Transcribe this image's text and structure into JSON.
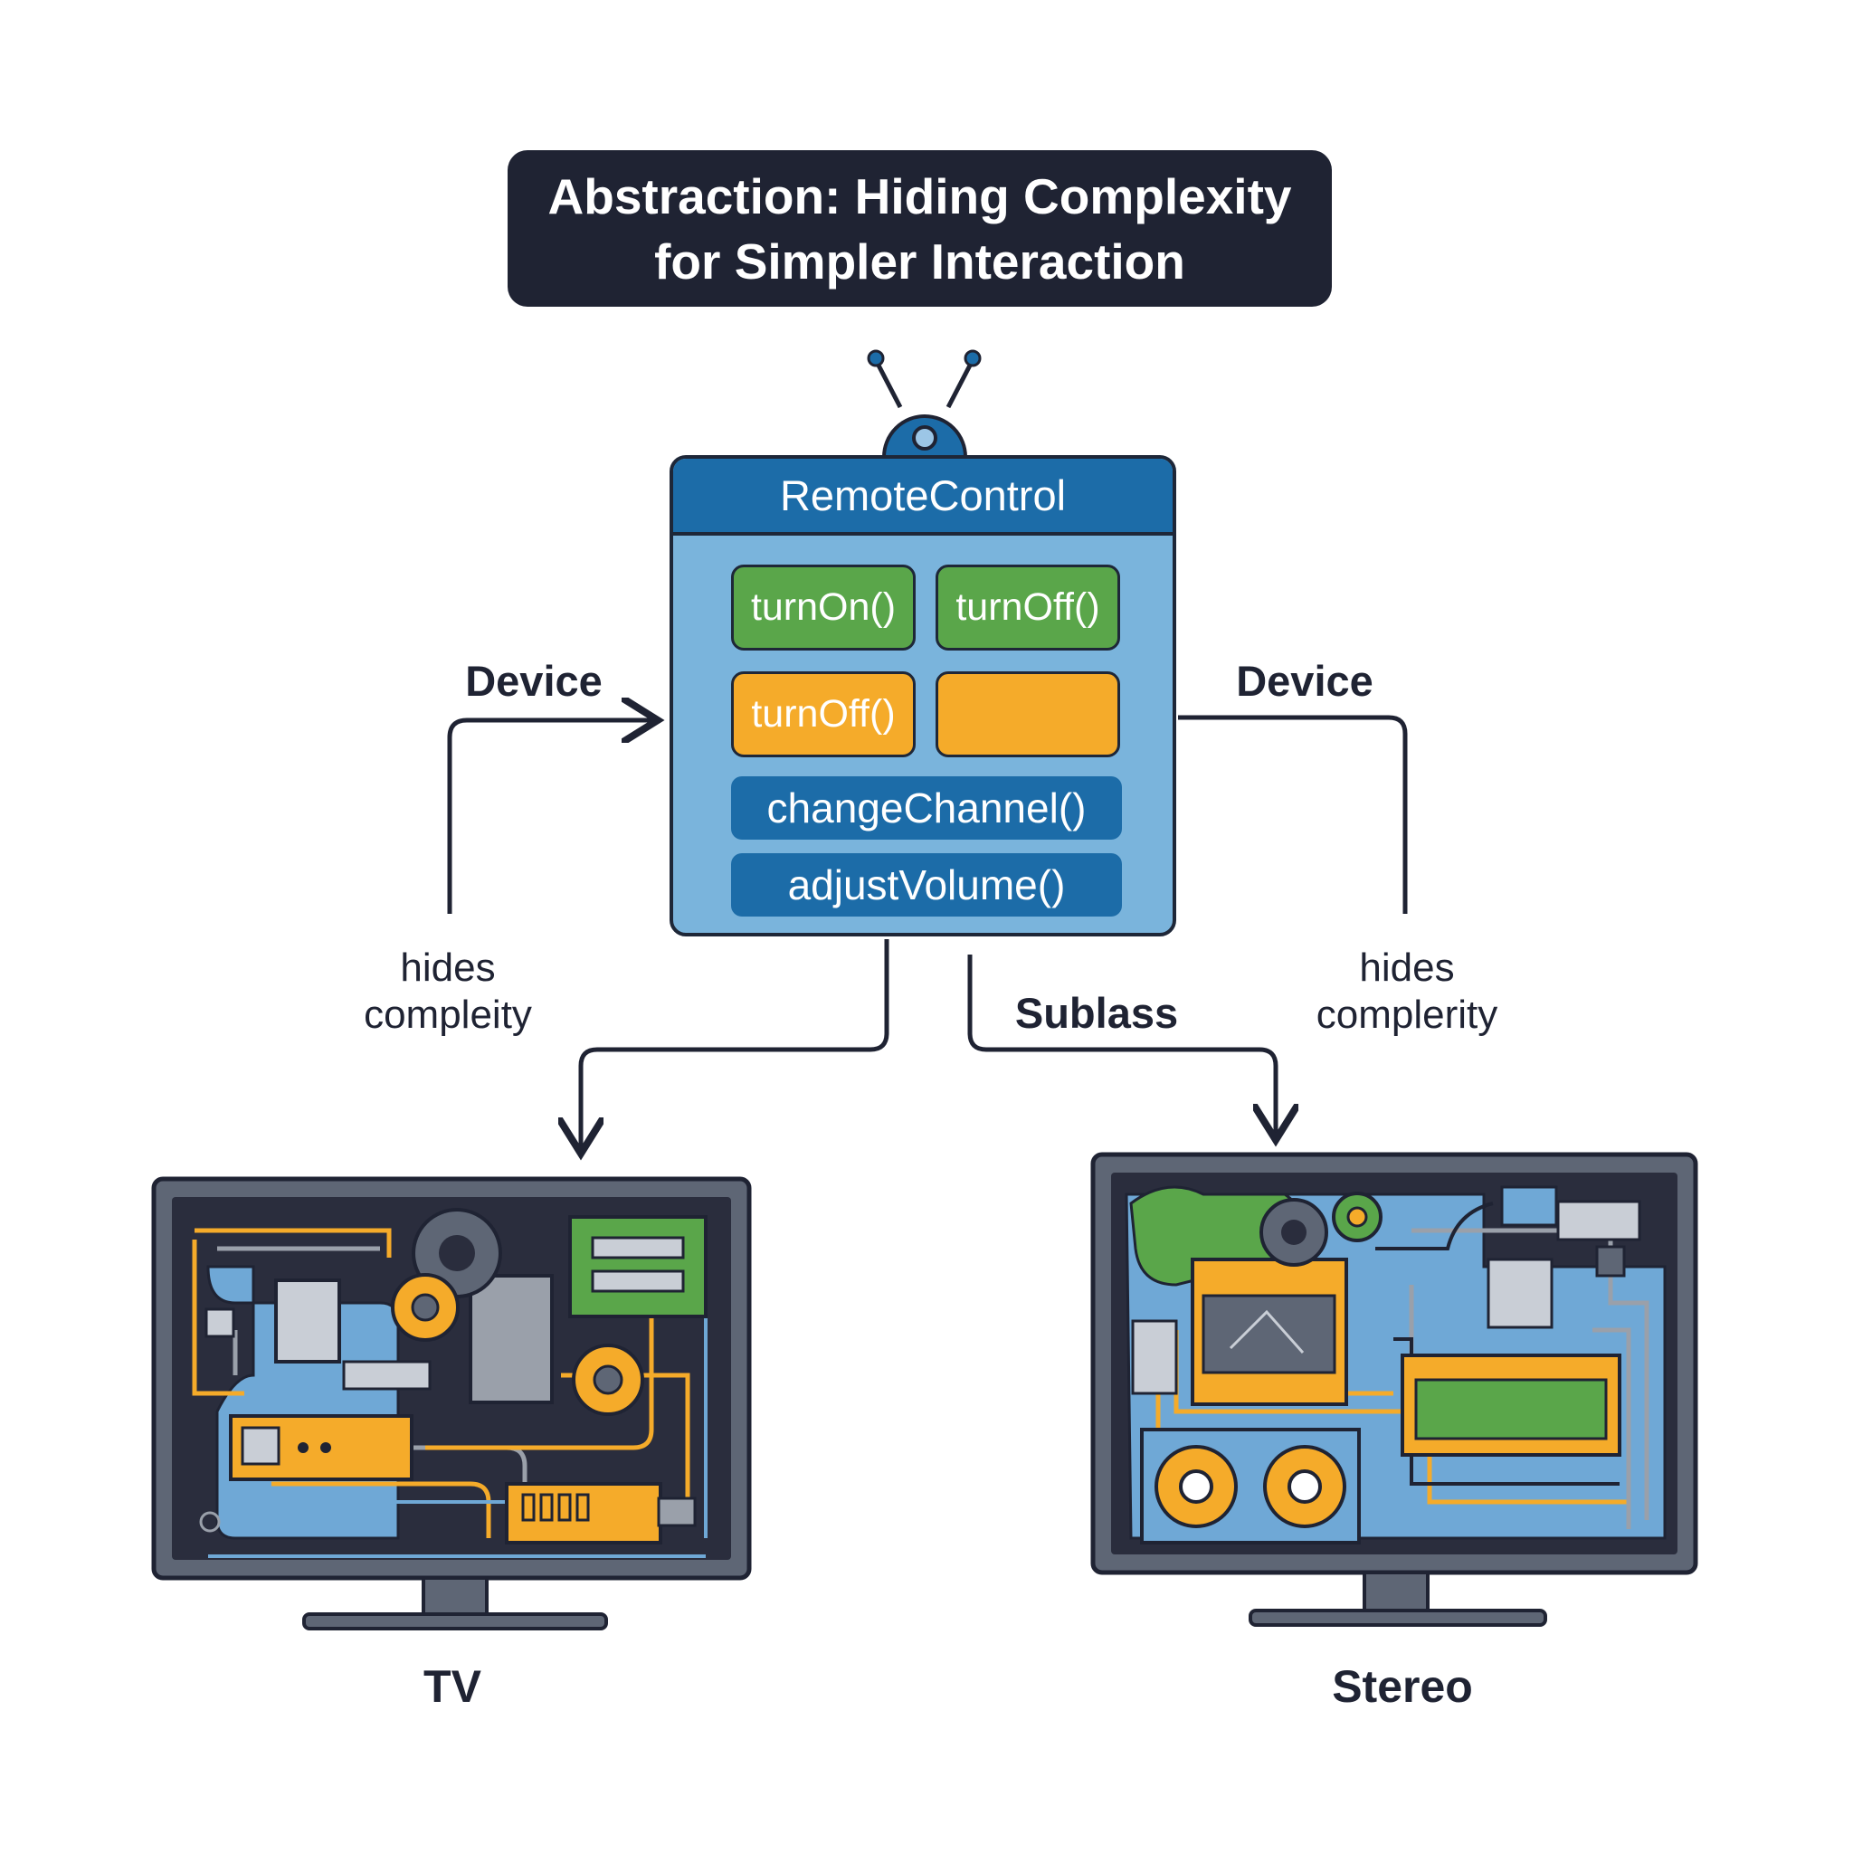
{
  "title": {
    "line1": "Abstraction: Hiding Complexity",
    "line2": "for Simpler Interaction"
  },
  "remote": {
    "name": "RemoteControl",
    "buttons": {
      "turn_on": "turnOn()",
      "turn_off_green": "turnOff()",
      "turn_off_orange": "turnOff()",
      "blank_orange": "",
      "change_channel": "changeChannel()",
      "adjust_volume": "adjustVolume()"
    }
  },
  "labels": {
    "device_left": "Device",
    "device_right": "Device",
    "hides_left_1": "hides",
    "hides_left_2": "compleity",
    "hides_right_1": "hides",
    "hides_right_2": "complerity",
    "subclass": "Sublass"
  },
  "devices": {
    "tv": "TV",
    "stereo": "Stereo"
  },
  "colors": {
    "dark": "#1f2333",
    "remote_body": "#7ab4dc",
    "remote_header": "#1c6ca8",
    "green": "#5aa64a",
    "orange": "#f5ab2a",
    "screen": "#2a2d3d",
    "screen_frame": "#5e6675",
    "circuit_blue": "#6fa8d6"
  }
}
